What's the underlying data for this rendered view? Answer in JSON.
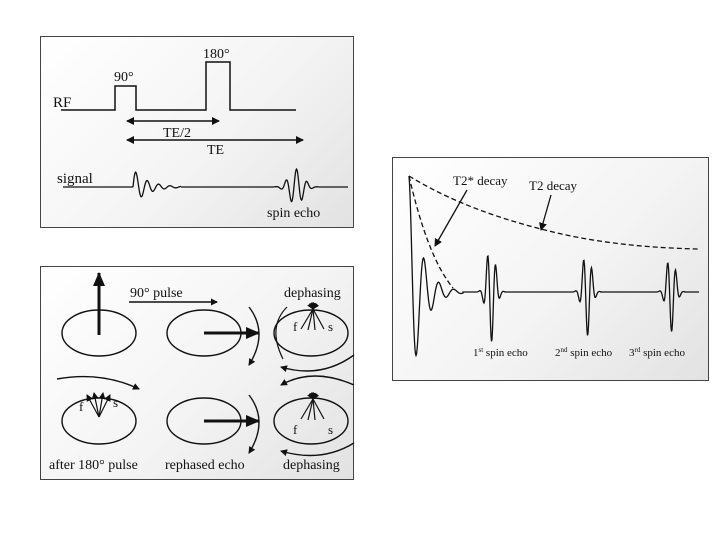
{
  "sequence": {
    "rf_label": "RF",
    "signal_label": "signal",
    "pulse_90_label": "90°",
    "pulse_180_label": "180°",
    "te_half_label": "TE/2",
    "te_label": "TE",
    "spin_echo_label": "spin echo"
  },
  "echo_train": {
    "t2star_label": "T2* decay",
    "t2_label": "T2 decay",
    "echo1_num": "1",
    "echo1_sup": "st",
    "echo1_text": " spin echo",
    "echo2_num": "2",
    "echo2_sup": "nd",
    "echo2_text": " spin echo",
    "echo3_num": "3",
    "echo3_sup": "rd",
    "echo3_text": " spin echo"
  },
  "spins": {
    "pulse90_label": "90° pulse",
    "dephasing_top_label": "dephasing",
    "f_label": "f",
    "s_label": "s",
    "after180_label": "after 180° pulse",
    "rephased_label": "rephased echo",
    "dephasing_bottom_label": "dephasing"
  }
}
